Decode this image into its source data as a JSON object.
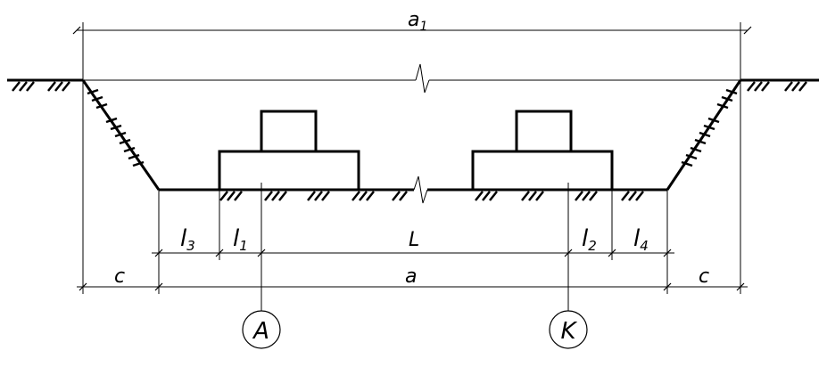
{
  "diagram": {
    "labels": {
      "total_width": "a",
      "total_width_sub": "1",
      "bottom_width": "a",
      "slope_offset_left": "c",
      "slope_offset_right": "c",
      "axis_span": "L",
      "l1": "l",
      "l1_sub": "1",
      "l2": "l",
      "l2_sub": "2",
      "l3": "l",
      "l3_sub": "3",
      "l4": "l",
      "l4_sub": "4"
    },
    "axes": [
      "A",
      "K"
    ]
  }
}
